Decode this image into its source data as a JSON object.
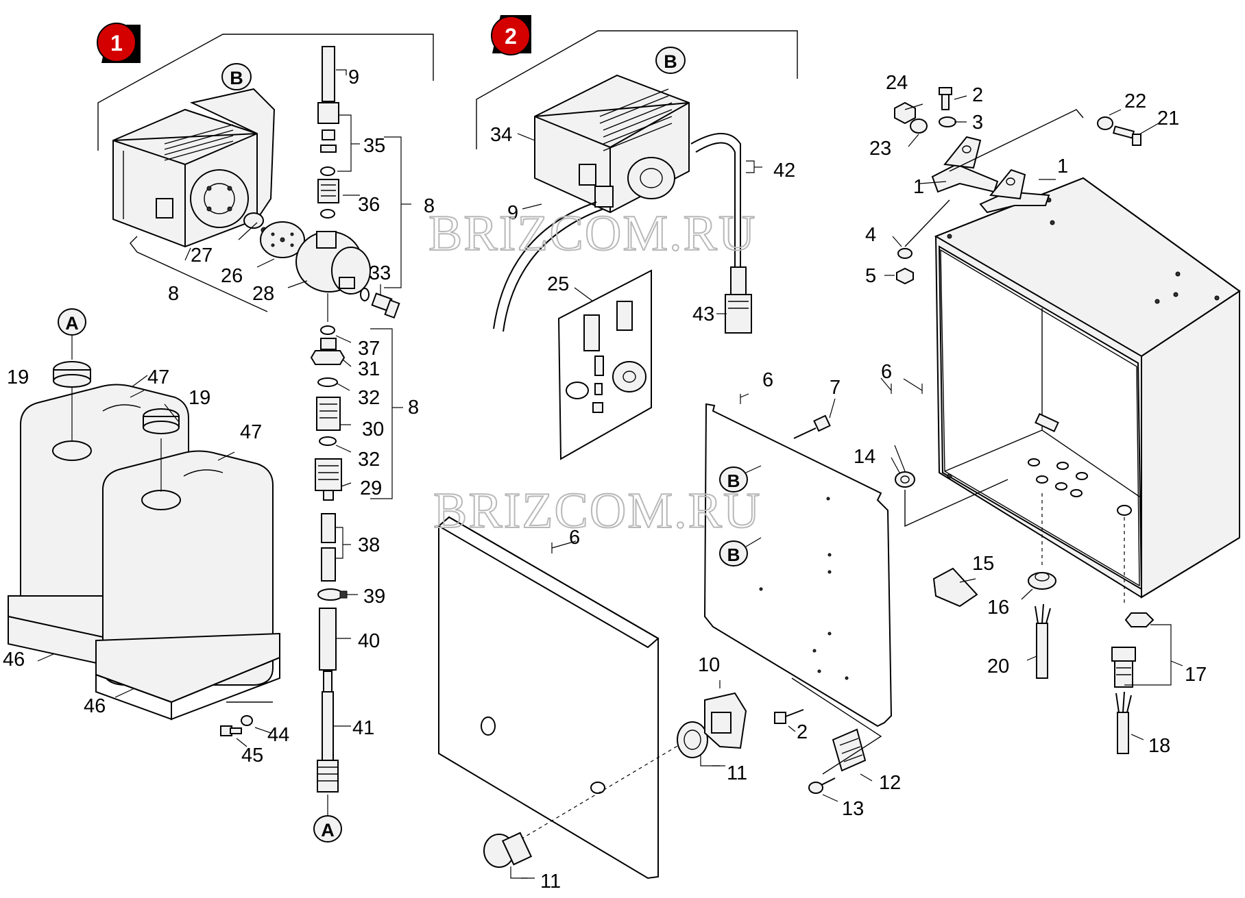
{
  "watermark": "BRIZCOM.RU",
  "assembly_badges": [
    {
      "id": "1",
      "label": "1"
    },
    {
      "id": "2",
      "label": "2"
    }
  ],
  "reference_marks": {
    "A": "A",
    "B": "B"
  },
  "callouts": {
    "p1": "1",
    "p2": "2",
    "p3": "3",
    "p4": "4",
    "p5": "5",
    "p6": "6",
    "p7": "7",
    "p8": "8",
    "p9": "9",
    "p10": "10",
    "p11": "11",
    "p12": "12",
    "p13": "13",
    "p14": "14",
    "p15": "15",
    "p16": "16",
    "p17": "17",
    "p18": "18",
    "p19": "19",
    "p20": "20",
    "p21": "21",
    "p22": "22",
    "p23": "23",
    "p24": "24",
    "p25": "25",
    "p26": "26",
    "p27": "27",
    "p28": "28",
    "p29": "29",
    "p30": "30",
    "p31": "31",
    "p32": "32",
    "p33": "33",
    "p34": "34",
    "p35": "35",
    "p36": "36",
    "p37": "37",
    "p38": "38",
    "p39": "39",
    "p40": "40",
    "p41": "41",
    "p42": "42",
    "p43": "43",
    "p44": "44",
    "p45": "45",
    "p46": "46",
    "p47": "47"
  },
  "colors": {
    "badge": "#d40000",
    "badge_shadow": "#000000",
    "line": "#000000",
    "watermark": "#b8b8b8"
  }
}
